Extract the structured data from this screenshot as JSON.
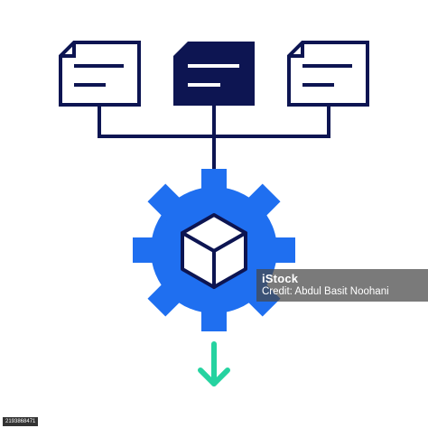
{
  "colors": {
    "navy": "#0d1552",
    "gear_blue": "#1f6ff0",
    "arrow_green": "#25d3a0",
    "background": "#ffffff"
  },
  "icons": {
    "documents": [
      "document-icon",
      "document-filled-icon",
      "document-icon"
    ],
    "gear": "gear-icon",
    "cube": "cube-icon",
    "output": "arrow-down-icon"
  },
  "watermark": {
    "brand": "iStock",
    "credit": "Credit: Abdul Basit Noohani"
  },
  "stock_id": "2193868471"
}
